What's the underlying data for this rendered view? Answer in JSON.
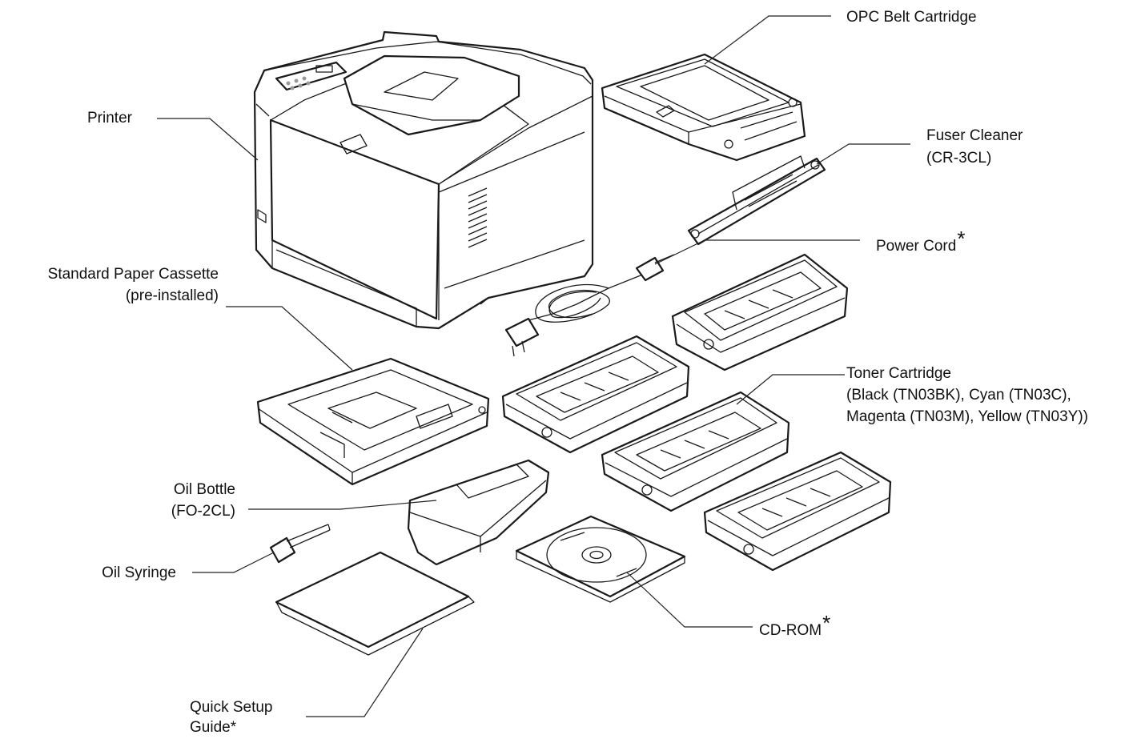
{
  "labels": {
    "opc_belt": "OPC Belt Cartridge",
    "printer": "Printer",
    "fuser_cleaner_1": "Fuser Cleaner",
    "fuser_cleaner_2": "(CR-3CL)",
    "power_cord": "Power Cord",
    "cassette_1": "Standard Paper Cassette",
    "cassette_2": "(pre-installed)",
    "toner_1": "Toner Cartridge",
    "toner_2": "(Black (TN03BK), Cyan (TN03C),",
    "toner_3": "Magenta (TN03M), Yellow (TN03Y))",
    "oil_bottle_1": "Oil Bottle",
    "oil_bottle_2": "(FO-2CL)",
    "oil_syringe": "Oil Syringe",
    "cdrom": "CD-ROM",
    "quick_setup_1": "Quick Setup",
    "quick_setup_2": "Guide*",
    "asterisk": "*"
  }
}
